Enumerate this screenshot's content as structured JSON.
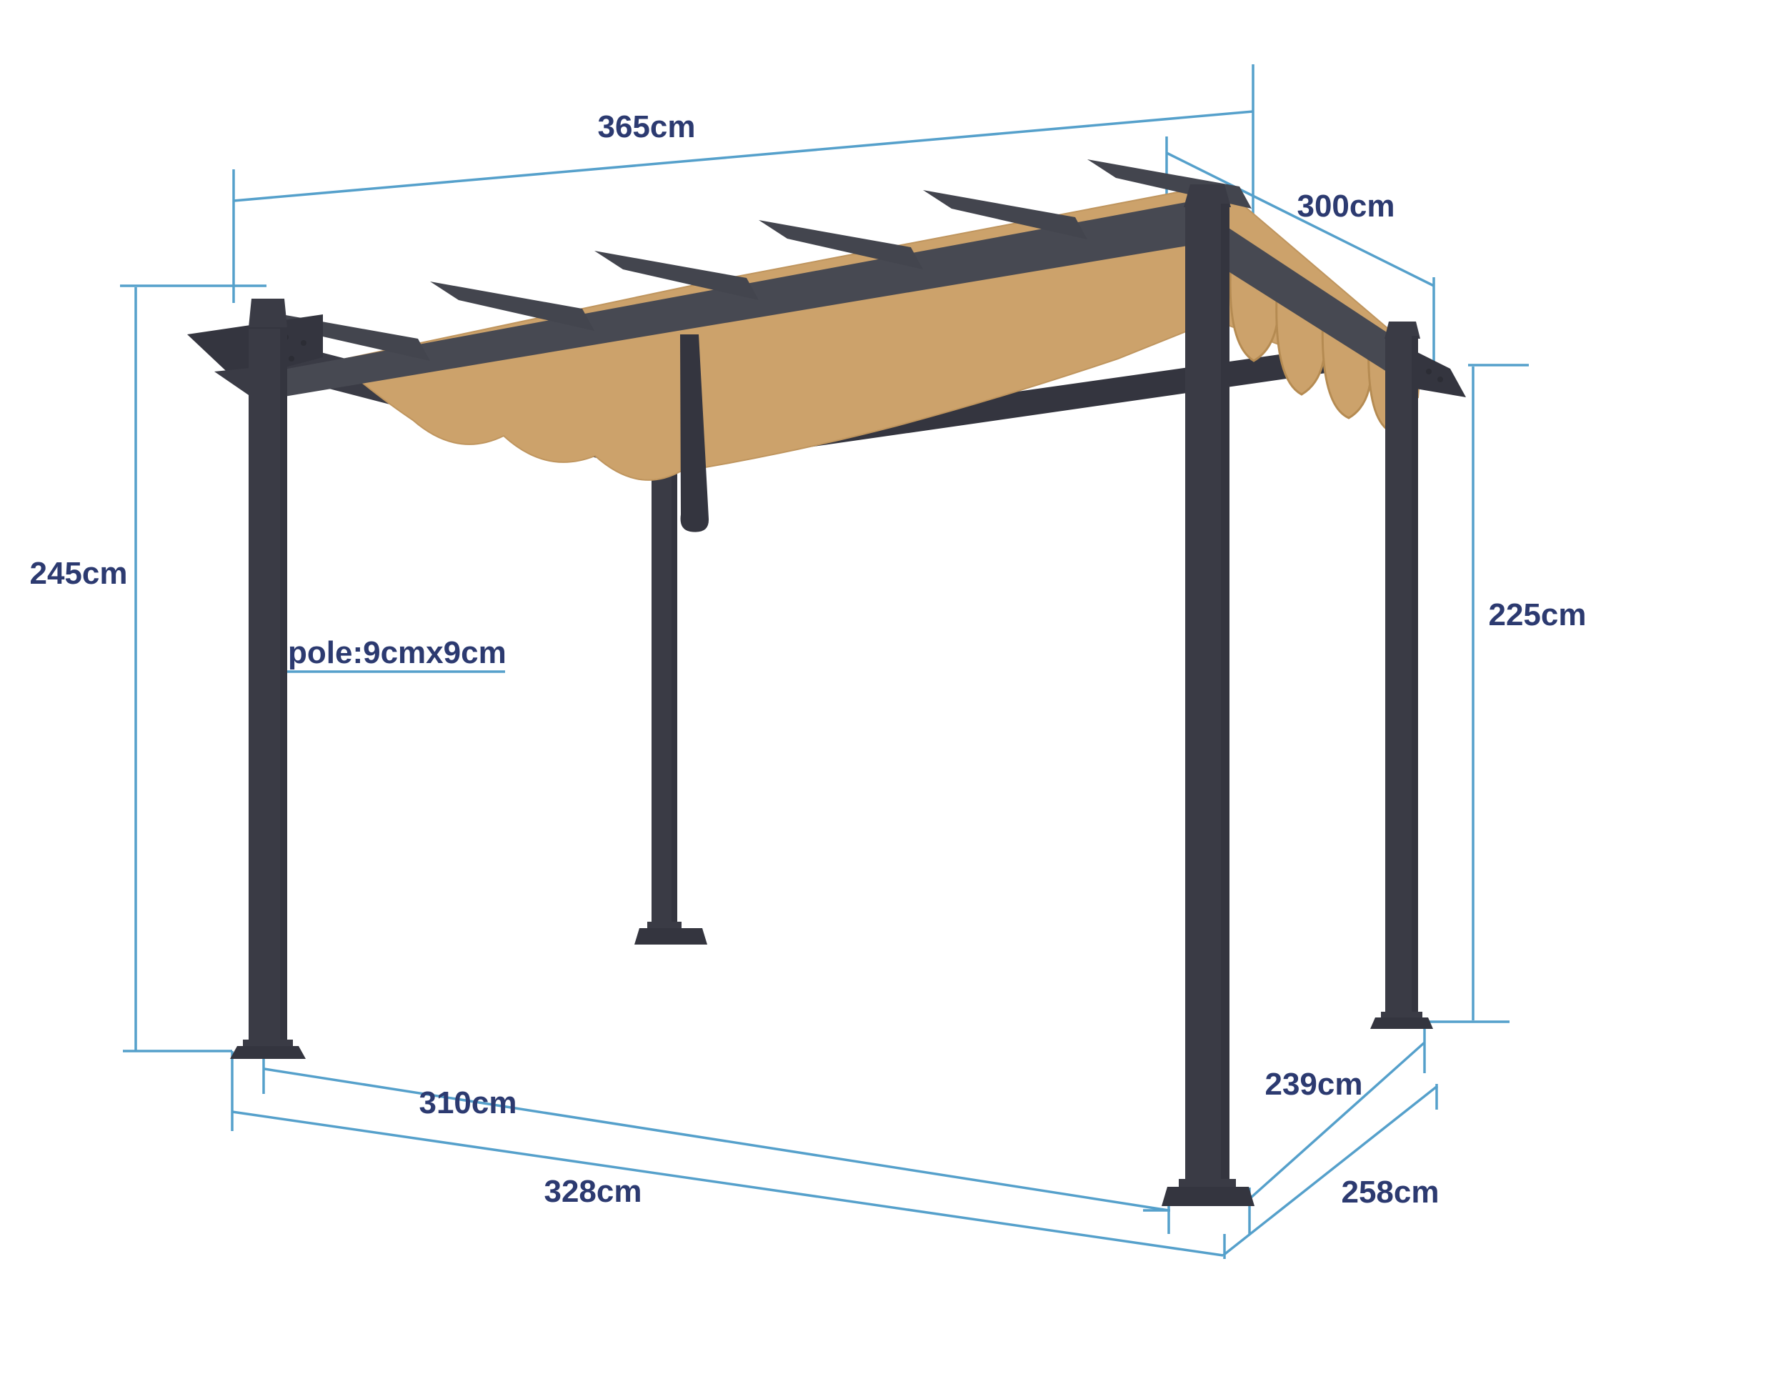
{
  "diagram": {
    "title": "Pergola dimension diagram",
    "labels": {
      "top_width": "365cm",
      "top_depth": "300cm",
      "left_height": "245cm",
      "right_height": "225cm",
      "pole": "pole:9cmx9cm",
      "base_width_inner": "310cm",
      "base_width_outer": "328cm",
      "base_depth_inner": "239cm",
      "base_depth_outer": "258cm"
    },
    "colors": {
      "dimension_line": "#55a0cb",
      "label_text": "#2c3a70",
      "frame": "#474952",
      "frame_dark": "#34353f",
      "frame_mid": "#3a3b45",
      "blade": "#43454e",
      "canopy": "#cca26b",
      "canopy_shadow": "#b58b52",
      "background": "#ffffff"
    }
  }
}
